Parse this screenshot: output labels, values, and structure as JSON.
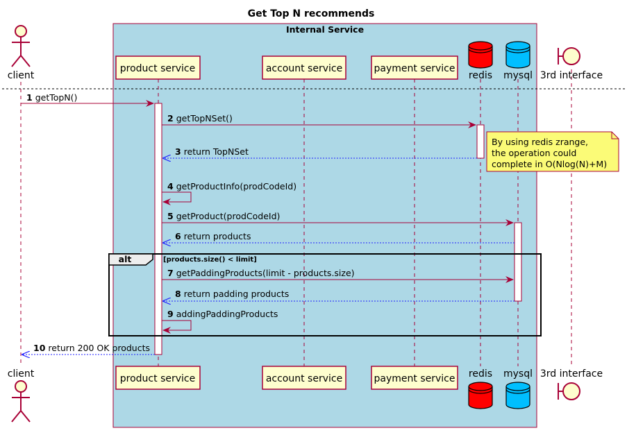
{
  "title": "Get Top N recommends",
  "box_label": "Internal Service",
  "participants": {
    "client": "client",
    "product": "product service",
    "account": "account service",
    "payment": "payment service",
    "redis": "redis",
    "mysql": "mysql",
    "third": "3rd interface"
  },
  "messages": [
    {
      "num": "1",
      "text": "getTopN()"
    },
    {
      "num": "2",
      "text": "getTopNSet()"
    },
    {
      "num": "3",
      "text": "return TopNSet"
    },
    {
      "num": "4",
      "text": "getProductInfo(prodCodeId)"
    },
    {
      "num": "5",
      "text": "getProduct(prodCodeId)"
    },
    {
      "num": "6",
      "text": "return products"
    },
    {
      "num": "7",
      "text": "getPaddingProducts(limit - products.size)"
    },
    {
      "num": "8",
      "text": "return padding products"
    },
    {
      "num": "9",
      "text": "addingPaddingProducts"
    },
    {
      "num": "10",
      "text": "return 200 OK products"
    }
  ],
  "note": {
    "line1": "By using redis zrange,",
    "line2": "the operation could",
    "line3": "complete in O(Nlog(N)+M)"
  },
  "alt": {
    "keyword": "alt",
    "condition": "[products.size() < limit]"
  },
  "colors": {
    "box_fill": "#ADD8E6",
    "participant_fill": "#FEFECE",
    "participant_border": "#A80036",
    "arrow_call": "#A80036",
    "arrow_return": "#1F1FFF",
    "redis_fill": "#FF0000",
    "mysql_fill": "#00BFFF",
    "note_fill": "#FBFB77"
  }
}
